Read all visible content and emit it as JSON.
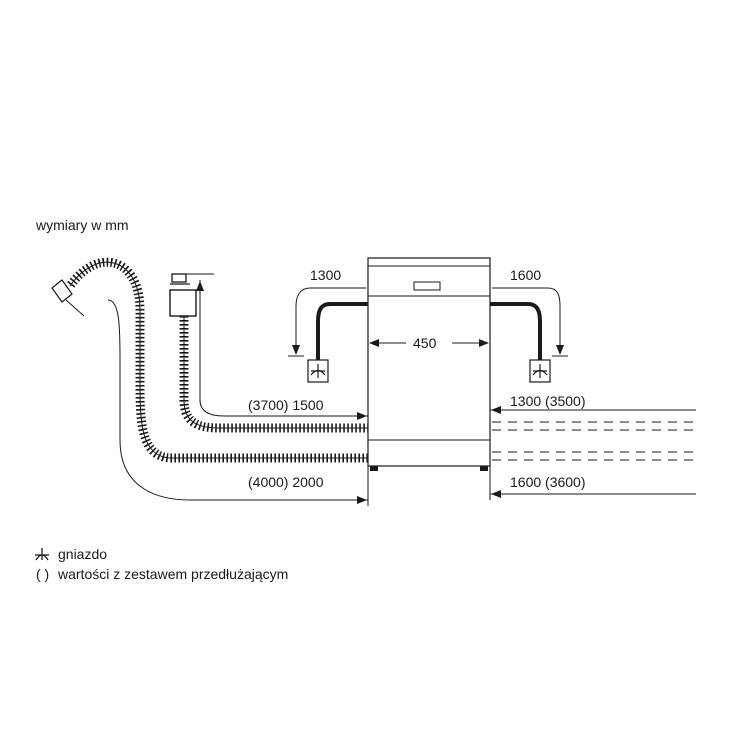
{
  "units_note": "wymiary w mm",
  "dimensions": {
    "left_socket_cable": "1300",
    "right_socket_cable": "1600",
    "width": "450",
    "inlet_left": "(3700) 1500",
    "drain_left": "(4000) 2000",
    "inlet_right": "1300 (3500)",
    "drain_right": "1600 (3600)"
  },
  "legend": {
    "socket_label": "gniazdo",
    "extension_label": "wartości z zestawem przedłużającym",
    "extension_symbol": "( )"
  },
  "icons": [
    "socket-icon",
    "water-tap-icon",
    "drain-hose-icon"
  ]
}
